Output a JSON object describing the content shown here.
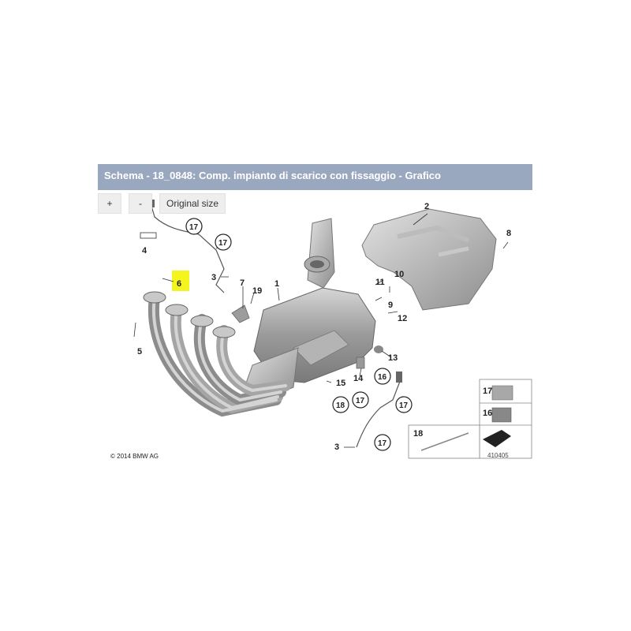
{
  "header": {
    "title": "Schema - 18_0848: Comp. impianto di scarico con fissaggio - Grafico"
  },
  "toolbar": {
    "zoom_in": "+",
    "zoom_out": "-",
    "original_size": "Original size"
  },
  "diagram": {
    "labels": {
      "p1": "1",
      "p2": "2",
      "p3a": "3",
      "p3b": "3",
      "p4": "4",
      "p5": "5",
      "p6": "6",
      "p7": "7",
      "p8": "8",
      "p9": "9",
      "p10": "10",
      "p11": "11",
      "p12": "12",
      "p13": "13",
      "p14": "14",
      "p15": "15",
      "p16": "16",
      "p17a": "17",
      "p17b": "17",
      "p17c": "17",
      "p17d": "17",
      "p17e": "17",
      "p18": "18",
      "p19": "19"
    },
    "legend": {
      "item17": "17",
      "item16": "16",
      "item18": "18"
    },
    "copyright": "© 2014 BMW AG",
    "ref_number": "410405",
    "highlight_color": "#f4f41e"
  }
}
